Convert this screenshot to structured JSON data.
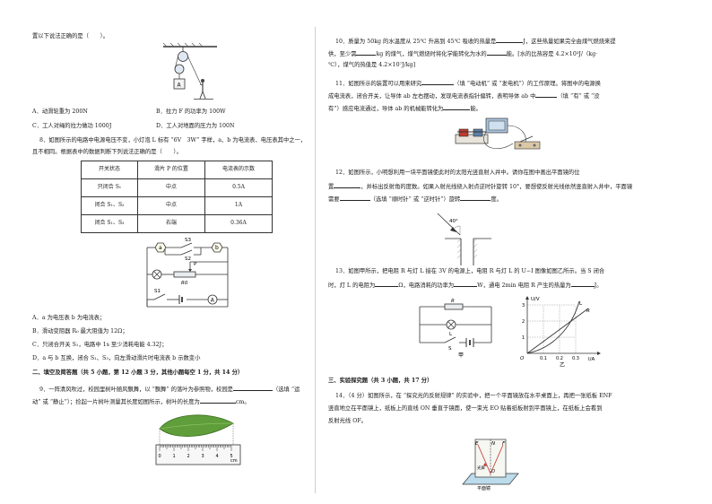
{
  "left": {
    "q7_tail": "置以下说法正确的是（　　）。",
    "q7_fig": {
      "label_a": "A"
    },
    "q7_options": {
      "A": "A．动滑轮重为 200N",
      "B": "B．拉力 F 的功率为 100W",
      "C": "C．工人对绳的拉力做功 1000J",
      "D": "D．工人对地面的压力为 100N"
    },
    "q8_line1": "8．如图所示的电路中电源电压不变，小灯泡 L 标有 “6V　3W” 字样，a、b 为电流表、电压表其中之一，",
    "q8_line2": "且不相同。根据表中的数据判断下列说法正确的是（　　）。",
    "q8_table": {
      "headers": [
        "开关状态",
        "滑片 P 的位置",
        "电流表的示数"
      ],
      "rows": [
        [
          "只闭合 S₁",
          "中点",
          "0.5A"
        ],
        [
          "闭合 S₁、S₂",
          "中点",
          "1A"
        ],
        [
          "闭合 S₁、S₃",
          "右端",
          "0.36A"
        ]
      ]
    },
    "q8_circuit": {
      "meter_a": "a",
      "meter_b": "b",
      "s3": "S3",
      "s2": "S2",
      "s1": "S1",
      "p": "P",
      "r0": "R0",
      "ammeter": "A"
    },
    "q8_options": {
      "A": "A．a 为电压表 b 为电流表；",
      "B": "B．滑动变阻器 R₀ 最大阻值为 12Ω；",
      "C": "C．只闭合开关 S₁，电路中 1s 至少消耗电能 4.32J；",
      "D": "D．a 与 b 互换，闭合 S₁、S₃，向左滑动滑片时电流表 b 示数变小"
    },
    "section2": "二、填空及简答题（共 5 小题，第 12 小题 3 分，其他小题每空 1 分，共 14 分）",
    "q9_line1": "9．一阵清风吹过，校园里树叶随风飘舞，以 “飘舞” 的落叶为参照物，校园是",
    "q9_line1_tail": "（选填 “运",
    "q9_line2": "动” 或 “静止”）；捡起一片树叶测量其长度如图所示，树叶的长度为",
    "q9_line2_tail": "cm。",
    "q9_ruler": {
      "ticks": [
        "0",
        "1",
        "2",
        "3",
        "4",
        "5"
      ],
      "unit": "cm"
    }
  },
  "right": {
    "q10_line1": "10．质量为 50kg 的水温度从 25℃ 升高到 45℃ 吸收的热量是",
    "q10_line1_tail": "J，这些热量如果完全由煤气燃烧来提",
    "q10_line2": "供，至少需",
    "q10_line2_mid": "kg 的煤气，煤气燃烧时将化学能转化为水的",
    "q10_line2_tail": "能。[水的比热容是 4.2×10³J/（kg·",
    "q10_line3": "℃），煤气的热值是 4.2×10⁷J/kg]",
    "q11_line1": "11．如图所示的装置可以用来研究",
    "q11_line1_tail": "（填 “电动机” 或 “发电机”）的工作原理。将图中的电源换",
    "q11_line2": "成电流表，闭合开关，让导体 ab 左右摆动，发现电流表指针偏转，表明导体 ab 中",
    "q11_line2_tail": "（填 “有” 或 “没",
    "q11_line3": "有”）感应电流通过，导体 ab 的机械能转化为",
    "q11_line3_tail": "能。",
    "q12_line1": "12．如图所示，小明想利用一块平面镜使此时的太阳光竖直射入井中。请你在图中画出平面镜的位",
    "q12_line2": "置",
    "q12_line2_tail": "，并标出反射角的度数。如果入射光线绕入射点逆时针旋转 10°，要想使反射光线依然竖直射入井中，平面镜",
    "q12_line3": "需要",
    "q12_line3_mid": "（选填 “顺时针” 或 “逆时针”）旋转",
    "q12_line3_tail": "度。",
    "q12_angle": "40°",
    "q13_line1": "13．如图甲所示，把电阻 R 与灯 L 接在 3V 的电源上，电阻 R 与灯 L 的 U−I 图像如图乙所示。当 S 闭合",
    "q13_line2": "时，灯 L 的电阻为",
    "q13_line2_mid": "Ω，电路消耗的功率为",
    "q13_line2_mid2": "W，通电 2min 电阻 R 产生的热量为",
    "q13_line2_tail": "J。",
    "q13_fig_jia": {
      "r": "R",
      "l": "L",
      "s": "S",
      "caption": "甲"
    },
    "q13_graph": {
      "ylabel": "U/V",
      "xlabel": "I/A",
      "origin": "O",
      "y_ticks": [
        "1",
        "2",
        "3"
      ],
      "x_ticks": [
        "0.1",
        "0.2",
        "0.3"
      ],
      "curve_l": "L",
      "curve_r": "R",
      "caption": "乙"
    },
    "section3": "三、实验探究题（共 3 小题，共 17 分）",
    "q14_line1": "14．（4 分）如图所示，在 “探究光的反射规律” 的实验中，把一个平面镜放在水平桌面上，再把一张纸板 ENF",
    "q14_line2": "竖直地立在平面镜上，纸板上的直线 ON 垂直于镜面，使一束光 EO 贴着纸板射到平面镜上，在纸板上会看到",
    "q14_line3": "反射光线 OF。",
    "q14_fig": {
      "e": "E",
      "n": "N",
      "f": "F",
      "o": "O",
      "board": "光屏",
      "mirror": "平面镜"
    }
  }
}
